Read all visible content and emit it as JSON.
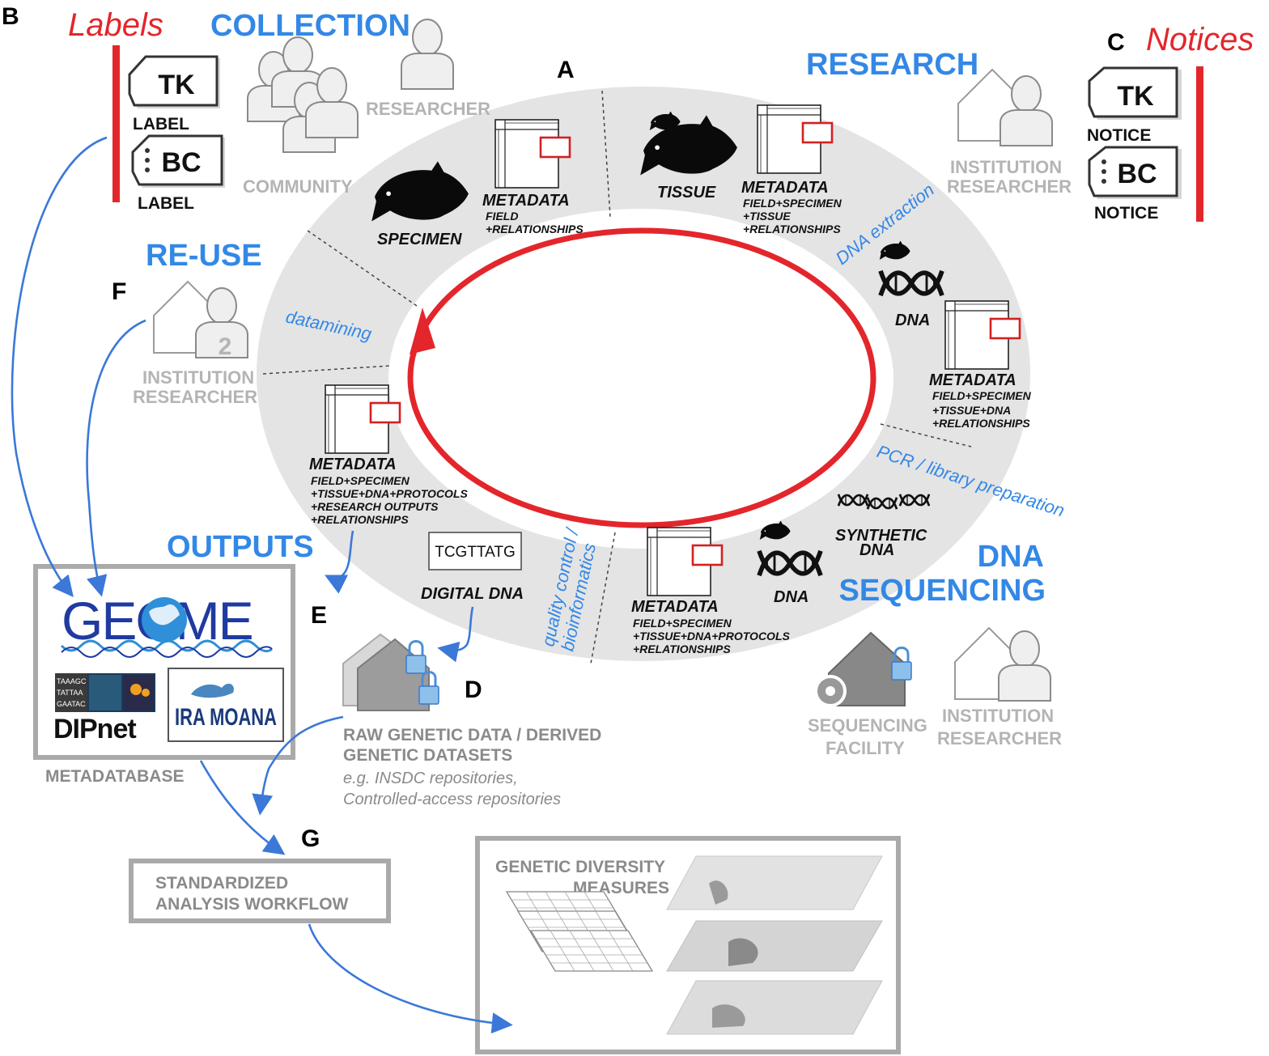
{
  "panel_letters": {
    "a": "A",
    "b": "B",
    "c": "C",
    "d": "D",
    "e": "E",
    "f": "F",
    "g": "G"
  },
  "labels_section": {
    "title": "Labels",
    "tk_badge": "TK",
    "tk_caption": "LABEL",
    "bc_badge": "BC",
    "bc_caption": "LABEL"
  },
  "notices_section": {
    "title": "Notices",
    "tk_badge": "TK",
    "tk_caption": "NOTICE",
    "bc_badge": "BC",
    "bc_caption": "NOTICE"
  },
  "stages": {
    "collection": "COLLECTION",
    "research": "RESEARCH",
    "reuse": "RE-USE",
    "outputs": "OUTPUTS",
    "dna_sequencing_line1": "DNA",
    "dna_sequencing_line2": "SEQUENCING"
  },
  "actors": {
    "researcher": "RESEARCHER",
    "community": "COMMUNITY",
    "research_institution_line1": "INSTITUTION",
    "research_institution_line2": "RESEARCHER",
    "reuse_institution_line1": "INSTITUTION",
    "reuse_institution_line2": "RESEARCHER",
    "reuse_count": "2",
    "sequencing_facility_line1": "SEQUENCING",
    "sequencing_facility_line2": "FACILITY",
    "seq_institution_line1": "INSTITUTION",
    "seq_institution_line2": "RESEARCHER"
  },
  "ring_items": {
    "specimen": "SPECIMEN",
    "meta1_title": "METADATA",
    "meta1_l1": "FIELD",
    "meta1_l2": "+RELATIONSHIPS",
    "tissue": "TISSUE",
    "meta2_title": "METADATA",
    "meta2_l1": "FIELD+SPECIMEN",
    "meta2_l2": "+TISSUE",
    "meta2_l3": "+RELATIONSHIPS",
    "dna_extraction": "DNA extraction",
    "dna1": "DNA",
    "meta3_title": "METADATA",
    "meta3_l1": "FIELD+SPECIMEN",
    "meta3_l2": "+TISSUE+DNA",
    "meta3_l3": "+RELATIONSHIPS",
    "pcr": "PCR / library preparation",
    "synthetic_l1": "SYNTHETIC",
    "synthetic_l2": "DNA",
    "dna2": "DNA",
    "meta4_title": "METADATA",
    "meta4_l1": "FIELD+SPECIMEN",
    "meta4_l2": "+TISSUE+DNA+PROTOCOLS",
    "meta4_l3": "+RELATIONSHIPS",
    "qc_l1": "quality control /",
    "qc_l2": "bioinformatics",
    "sequence": "TCGTTATG",
    "digital_dna": "DIGITAL DNA",
    "meta5_title": "METADATA",
    "meta5_l1": "FIELD+SPECIMEN",
    "meta5_l2": "+TISSUE+DNA+PROTOCOLS",
    "meta5_l3": "+RESEARCH OUTPUTS",
    "meta5_l4": "+RELATIONSHIPS",
    "datamining": "datamining"
  },
  "metadatabase": {
    "caption": "METADATABASE",
    "geome": "GEOME",
    "dipnet": "DIPnet",
    "dipnet_seq": [
      "TAAAGC",
      "TATTAA",
      "GAATAC"
    ],
    "iramoana": "IRA MOANA"
  },
  "raw_data": {
    "title_l1": "RAW GENETIC DATA / DERIVED",
    "title_l2": "GENETIC DATASETS",
    "sub_l1": "e.g. INSDC repositories,",
    "sub_l2": "Controlled-access repositories"
  },
  "workflow": {
    "l1": "STANDARDIZED",
    "l2": "ANALYSIS WORKFLOW"
  },
  "diversity": {
    "l1": "GENETIC DIVERSITY",
    "l2": "MEASURES"
  },
  "colors": {
    "stage_blue": "#3388e6",
    "cycle_red": "#e3262b",
    "ring_grey": "#e4e4e4",
    "actor_grey": "#b4b4b4",
    "arrow_blue": "#3b78d8"
  }
}
